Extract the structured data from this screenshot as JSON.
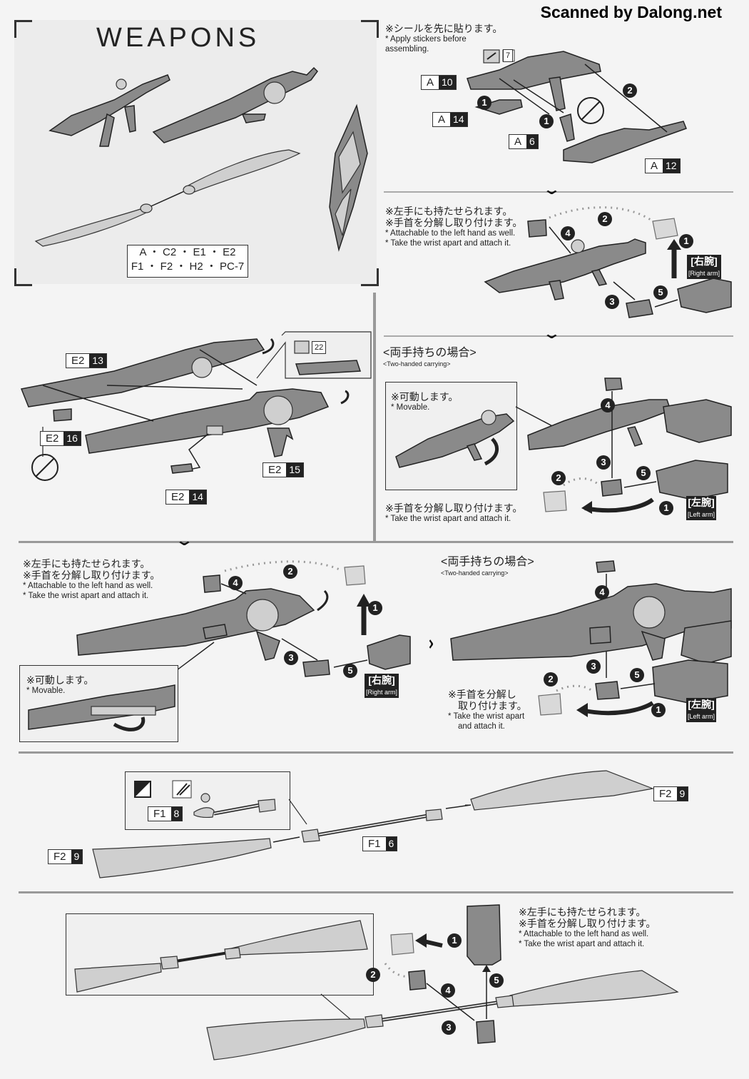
{
  "header": {
    "scan_credit": "Scanned by Dalong.net"
  },
  "weapons": {
    "title": "WEAPONS",
    "parts_line1": "A ・ C2 ・ E1 ・ E2",
    "parts_line2": "F1 ・ F2 ・ H2 ・ PC-7"
  },
  "rifle_assembly": {
    "note_jp": "※シールを先に貼ります。",
    "note_en": "* Apply stickers before assembling.",
    "sticker_no": "7",
    "parts": [
      {
        "runner": "A",
        "num": "10"
      },
      {
        "runner": "A",
        "num": "14"
      },
      {
        "runner": "A",
        "num": "6"
      },
      {
        "runner": "A",
        "num": "12"
      }
    ]
  },
  "rifle_left": {
    "note_jp1": "※左手にも持たせられます。",
    "note_jp2": "※手首を分解し取り付けます。",
    "note_en1": "* Attachable to the left hand as well.",
    "note_en2": "* Take the wrist apart and attach it.",
    "arm_jp": "[右腕]",
    "arm_en": "[Right arm]"
  },
  "rifle_two_hand": {
    "title_jp": "<両手持ちの場合>",
    "title_en": "<Two-handed carrying>",
    "movable_jp": "※可動します。",
    "movable_en": "* Movable.",
    "note_jp": "※手首を分解し取り付けます。",
    "note_en": "* Take the wrist apart and attach it.",
    "arm_jp": "[左腕]",
    "arm_en": "[Left arm]"
  },
  "bazooka_assembly": {
    "sticker_no": "22",
    "parts": [
      {
        "runner": "E2",
        "num": "13"
      },
      {
        "runner": "E2",
        "num": "16"
      },
      {
        "runner": "E2",
        "num": "15"
      },
      {
        "runner": "E2",
        "num": "14"
      }
    ]
  },
  "bazooka_left": {
    "note_jp1": "※左手にも持たせられます。",
    "note_jp2": "※手首を分解し取り付けます。",
    "note_en1": "* Attachable to the left hand as well.",
    "note_en2": "* Take the wrist apart and attach it.",
    "movable_jp": "※可動します。",
    "movable_en": "* Movable.",
    "arm_jp": "[右腕]",
    "arm_en": "[Right arm]"
  },
  "bazooka_two_hand": {
    "title_jp": "<両手持ちの場合>",
    "title_en": "<Two-handed carrying>",
    "note_jp1": "※手首を分解し",
    "note_jp2": "取り付けます。",
    "note_en1": "* Take the wrist apart",
    "note_en2": "and attach it.",
    "arm_jp": "[左腕]",
    "arm_en": "[Left arm]"
  },
  "beam_blade_assembly": {
    "parts": [
      {
        "runner": "F1",
        "num": "8"
      },
      {
        "runner": "F1",
        "num": "6"
      },
      {
        "runner": "F2",
        "num": "9"
      },
      {
        "runner": "F2",
        "num": "9"
      }
    ]
  },
  "beam_blade_hand": {
    "note_jp1": "※左手にも持たせられます。",
    "note_jp2": "※手首を分解し取り付けます。",
    "note_en1": "* Attachable to the left hand as well.",
    "note_en2": "* Take the wrist apart and attach it."
  },
  "steps": [
    "1",
    "2",
    "3",
    "4",
    "5"
  ],
  "colors": {
    "part_fill": "#8a8a8a",
    "label_dark": "#222222",
    "page": "#f4f4f4"
  },
  "icons": [
    "sticker-icon",
    "nipper-icon",
    "no-nipper-icon",
    "chevron-down-icon",
    "arrow-icon"
  ]
}
